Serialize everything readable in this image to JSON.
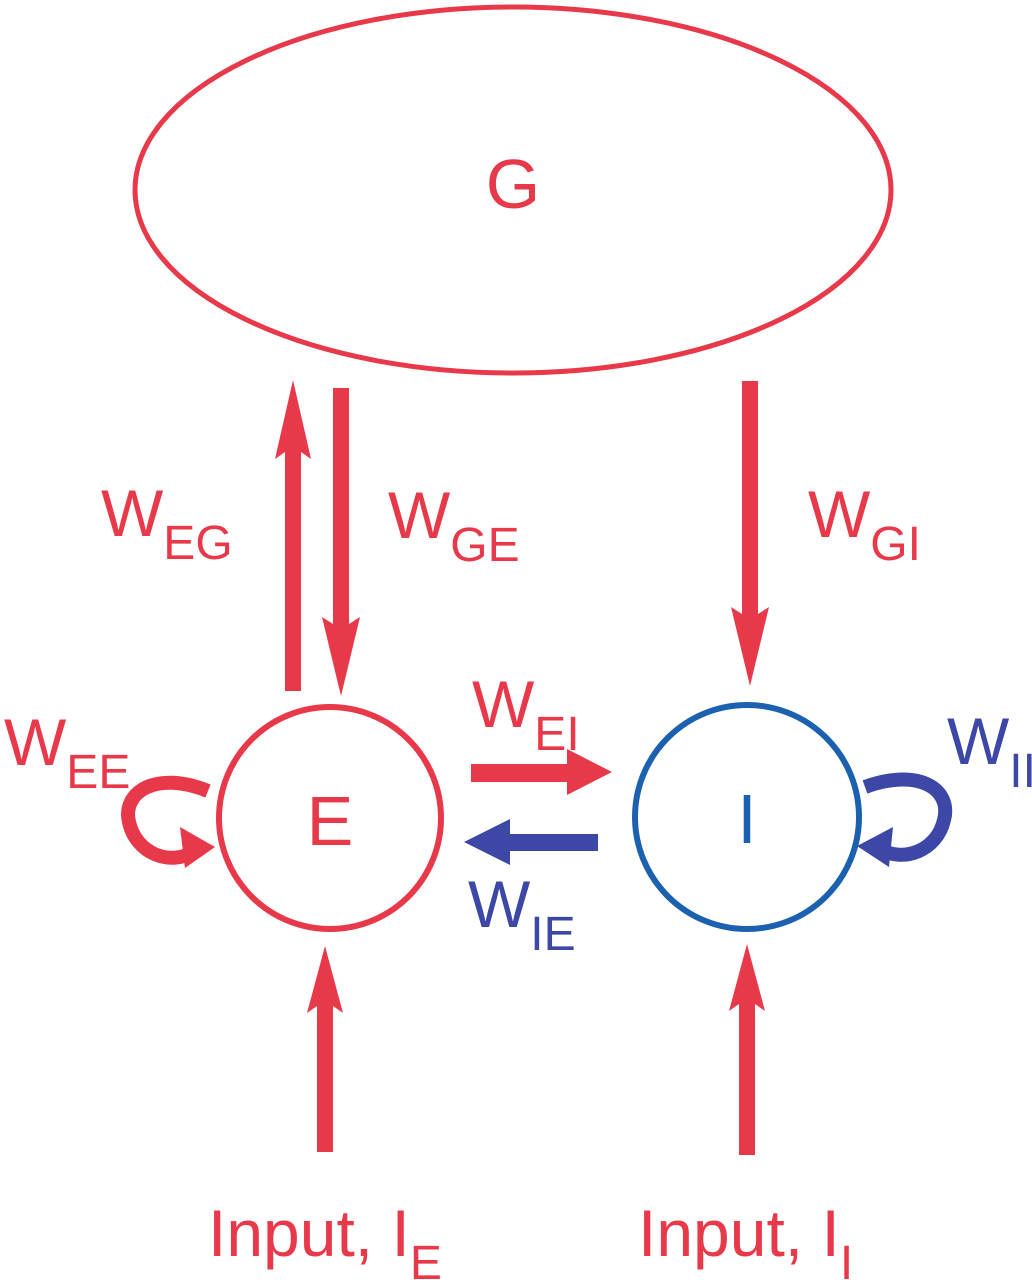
{
  "figure": {
    "title": "E-I-G network diagram",
    "background": "#ffffff",
    "colors": {
      "red": "#e8394a",
      "indigo": "#3d47a5",
      "blue": "#1b61b0"
    }
  },
  "nodes": {
    "g": {
      "label": "G"
    },
    "e": {
      "label": "E"
    },
    "i": {
      "label": "I"
    }
  },
  "weights": {
    "eg": {
      "main": "W",
      "sub": "EG"
    },
    "ge": {
      "main": "W",
      "sub": "GE"
    },
    "gi": {
      "main": "W",
      "sub": "GI"
    },
    "ee": {
      "main": "W",
      "sub": "EE"
    },
    "ei": {
      "main": "W",
      "sub": "EI"
    },
    "ie": {
      "main": "W",
      "sub": "IE"
    },
    "ii": {
      "main": "W",
      "sub": "II"
    }
  },
  "inputs": {
    "e": {
      "main": "Input, I",
      "sub": "E"
    },
    "i": {
      "main": "Input, I",
      "sub": "I"
    }
  }
}
